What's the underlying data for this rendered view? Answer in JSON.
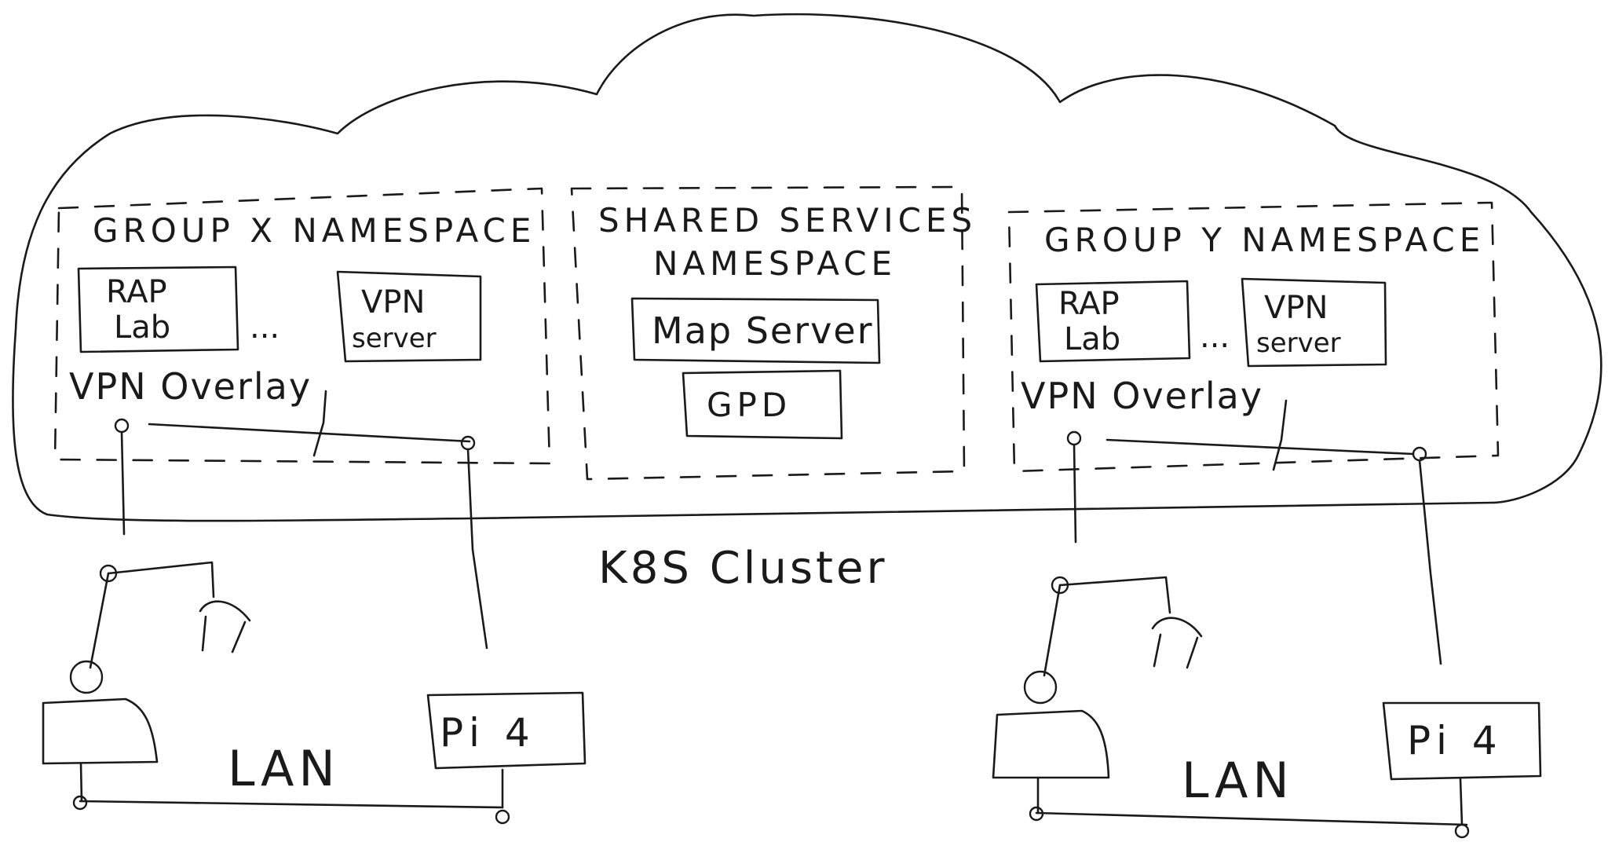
{
  "diagram": {
    "cluster_label": "K8S Cluster",
    "group_x": {
      "namespace_label": "GROUP X NAMESPACE",
      "rap_lab_line1": "RAP",
      "rap_lab_line2": "Lab",
      "ellipsis": "...",
      "vpn_server_line1": "VPN",
      "vpn_server_line2": "server",
      "vpn_overlay": "VPN Overlay",
      "pi_label": "Pi 4",
      "lan_label": "LAN"
    },
    "shared": {
      "namespace_line1": "SHARED SERVICES",
      "namespace_line2": "NAMESPACE",
      "map_server": "Map Server",
      "gpd": "GPD"
    },
    "group_y": {
      "namespace_label": "GROUP Y NAMESPACE",
      "rap_lab_line1": "RAP",
      "rap_lab_line2": "Lab",
      "ellipsis": "...",
      "vpn_server_line1": "VPN",
      "vpn_server_line2": "server",
      "vpn_overlay": "VPN Overlay",
      "pi_label": "Pi 4",
      "lan_label": "LAN"
    }
  }
}
